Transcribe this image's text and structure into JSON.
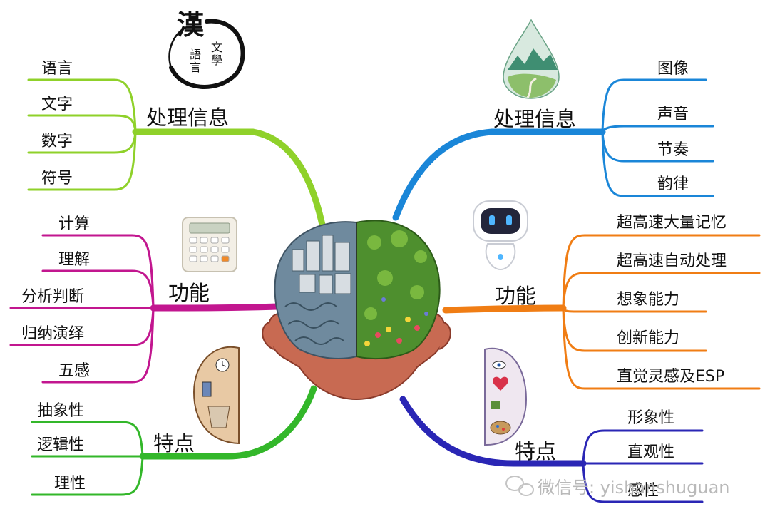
{
  "left": {
    "info": {
      "title": "处理信息",
      "items": [
        "语言",
        "文字",
        "数字",
        "符号"
      ],
      "color": "#8fd12a",
      "logo": "汉语言文学"
    },
    "func": {
      "title": "功能",
      "items": [
        "计算",
        "理解",
        "分析判断",
        "归纳演绎",
        "五感"
      ],
      "color": "#c2168f",
      "icon": "calculator-icon"
    },
    "feat": {
      "title": "特点",
      "items": [
        "抽象性",
        "逻辑性",
        "理性"
      ],
      "color": "#33b72a",
      "icon": "left-brain-sketch-icon"
    }
  },
  "right": {
    "info": {
      "title": "处理信息",
      "items": [
        "图像",
        "声音",
        "节奏",
        "韵律"
      ],
      "color": "#1a86d8",
      "icon": "landscape-drop-icon"
    },
    "func": {
      "title": "功能",
      "items": [
        "超高速大量记忆",
        "超高速自动处理",
        "想象能力",
        "创新能力",
        "直觉灵感及ESP"
      ],
      "color": "#f07d14",
      "icon": "robot-icon"
    },
    "feat": {
      "title": "特点",
      "items": [
        "形象性",
        "直观性",
        "感性"
      ],
      "color": "#2a26b5",
      "icon": "right-brain-art-icon"
    }
  },
  "center": {
    "icon": "brain-illustration-icon"
  },
  "watermark": {
    "text": "微信号: yishanshuguan"
  }
}
